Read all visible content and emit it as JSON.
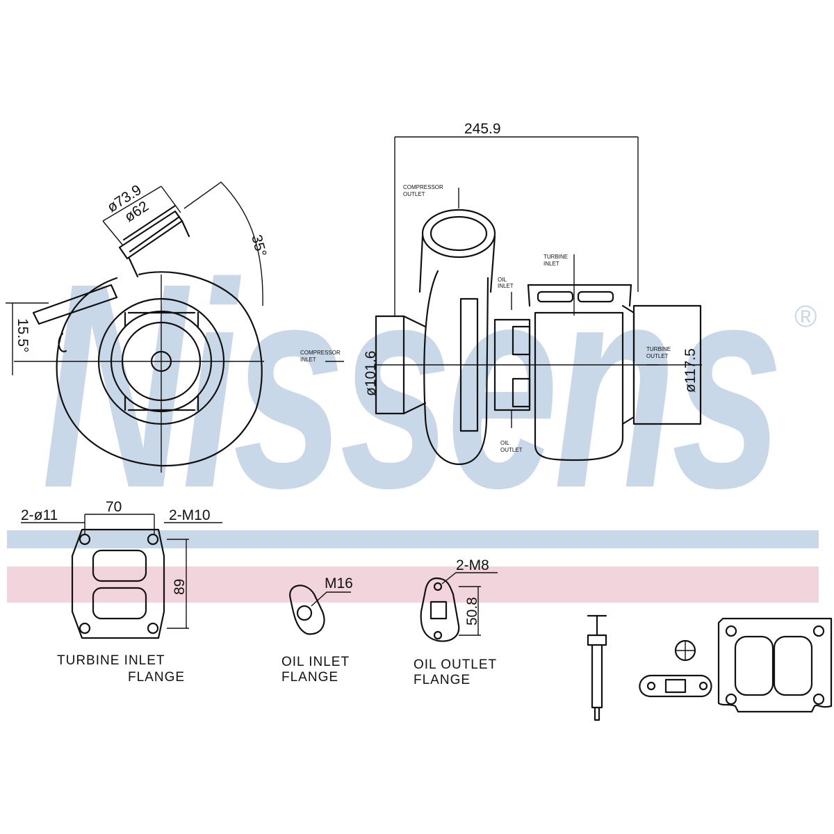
{
  "brand": {
    "watermark": "Nissens",
    "registered": "®",
    "band_blue": "#c9d8e8",
    "band_pink": "#f2d4dc"
  },
  "front_view": {
    "dia_outer": "ø73.9",
    "dia_inner": "ø62",
    "angle_35": "35°",
    "angle_15": "15.5°"
  },
  "side_view": {
    "overall_length": "245.9",
    "compressor_outlet": [
      "COMPRESSOR",
      "OUTLET"
    ],
    "turbine_inlet": [
      "TURBINE",
      "INLET"
    ],
    "oil_inlet": [
      "OIL",
      "INLET"
    ],
    "oil_outlet": [
      "OIL",
      "OUTLET"
    ],
    "compressor_inlet": [
      "COMPRESSOR",
      "INLET"
    ],
    "turbine_outlet": [
      "TURBINE",
      "OUTLET"
    ],
    "dia_left": "ø101.6",
    "dia_right": "ø117.5"
  },
  "turbine_flange": {
    "holes": "2-ø11",
    "width": "70",
    "threads": "2-M10",
    "height": "89",
    "label_line1": "TURBINE  INLET",
    "label_line2": "FLANGE"
  },
  "oil_inlet_flange": {
    "thread": "M16",
    "label_line1": "OIL  INLET",
    "label_line2": "FLANGE"
  },
  "oil_outlet_flange": {
    "threads": "2-M8",
    "spacing": "50.8",
    "label_line1": "OIL  OUTLET",
    "label_line2": "FLANGE"
  }
}
